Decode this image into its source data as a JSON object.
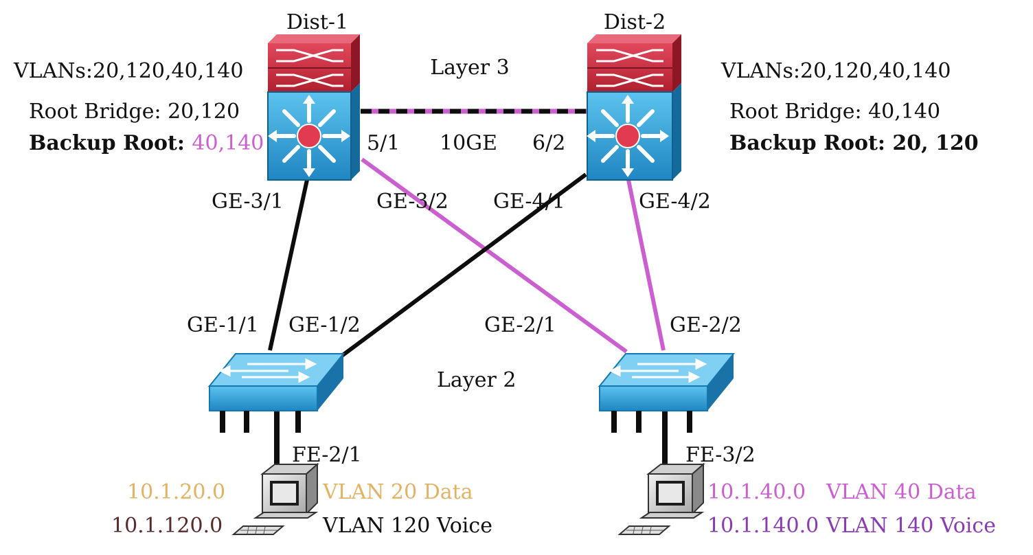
{
  "labels": {
    "dist1": "Dist-1",
    "dist2": "Dist-2",
    "layer3": "Layer 3",
    "layer2": "Layer 2",
    "port_5_1": "5/1",
    "link_10ge": "10GE",
    "port_6_2": "6/2",
    "ge_3_1": "GE-3/1",
    "ge_3_2": "GE-3/2",
    "ge_4_1": "GE-4/1",
    "ge_4_2": "GE-4/2",
    "ge_1_1": "GE-1/1",
    "ge_1_2": "GE-1/2",
    "ge_2_1": "GE-2/1",
    "ge_2_2": "GE-2/2",
    "fe_2_1": "FE-2/1",
    "fe_3_2": "FE-3/2"
  },
  "dist1_info": {
    "vlans": "VLANs:20,120,40,140",
    "root_bridge": "Root Bridge: 20,120",
    "backup_root_label": "Backup Root: ",
    "backup_root_value": "40,140"
  },
  "dist2_info": {
    "vlans": "VLANs:20,120,40,140",
    "root_bridge": "Root Bridge: 40,140",
    "backup_root": "Backup Root: 20, 120"
  },
  "left_host": {
    "subnet_data": "10.1.20.0",
    "vlan_data": "VLAN 20 Data",
    "subnet_voice": "10.1.120.0",
    "vlan_voice": "VLAN 120 Voice"
  },
  "right_host": {
    "subnet_data": "10.1.40.0",
    "vlan_data": "VLAN 40 Data",
    "subnet_voice": "10.1.140.0",
    "vlan_voice": "VLAN 140 Voice"
  },
  "colors": {
    "pink": "#cc5fd0",
    "orange": "#e2b265",
    "brown": "#5a2a2a",
    "purple": "#8a3bb3",
    "black": "#0d0d0d",
    "router_red": "#c8283c",
    "switch_blue": "#2a9ed6"
  }
}
